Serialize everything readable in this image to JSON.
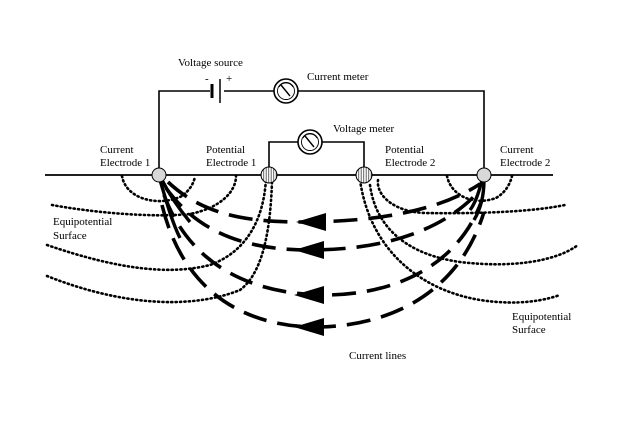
{
  "labels": {
    "voltage_source": "Voltage source",
    "minus": "-",
    "plus": "+",
    "current_meter": "Current meter",
    "voltage_meter": "Voltage meter",
    "current_electrode_1_line1": "Current",
    "current_electrode_1_line2": "Electrode 1",
    "potential_electrode_1_line1": "Potential",
    "potential_electrode_1_line2": "Electrode 1",
    "potential_electrode_2_line1": "Potential",
    "potential_electrode_2_line2": "Electrode 2",
    "current_electrode_2_line1": "Current",
    "current_electrode_2_line2": "Electrode 2",
    "equipotential_left_line1": "Equipotential",
    "equipotential_left_line2": "Surface",
    "equipotential_right_line1": "Equipotential",
    "equipotential_right_line2": "Surface",
    "current_lines": "Current lines"
  },
  "icons": {
    "meter": "gauge-dial-icon",
    "battery": "battery-icon",
    "electrode": "hatched-circle-electrode-icon",
    "arrow": "arrowhead-left-icon"
  },
  "colors": {
    "line": "#000000",
    "electrode_fill": "#cccccc",
    "background": "#ffffff"
  }
}
